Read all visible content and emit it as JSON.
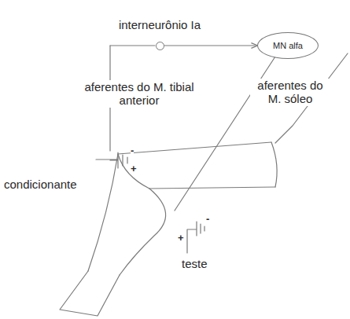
{
  "diagram": {
    "nodes": [
      {
        "text": [
          "interneurônio Ia"
        ]
      },
      {
        "text": [
          "MN alfa"
        ]
      }
    ],
    "edges": [
      {
        "from": 0,
        "to": 1,
        "arrow": "to"
      }
    ],
    "labels": [
      "aferentes do M. tibial anterior",
      "aferentes do M. sóleo",
      "condicionante",
      "teste",
      "-",
      "+",
      "+",
      "-"
    ]
  }
}
